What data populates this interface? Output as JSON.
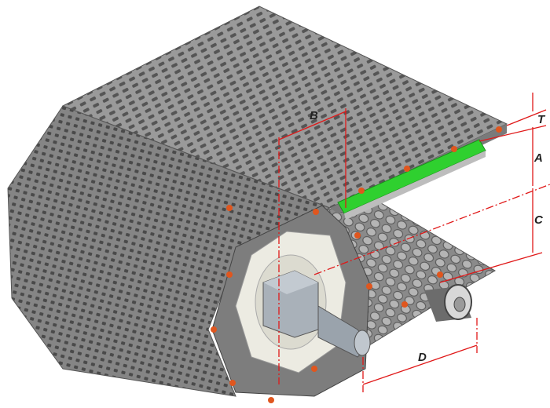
{
  "diagram": {
    "labels": {
      "b": "B",
      "t": "T",
      "a": "A",
      "c": "C",
      "d": "D"
    },
    "colors": {
      "belt": "#8e8e8e",
      "belt_dark": "#5f5f5f",
      "wear_strip": "#2fd02f",
      "pins": "#e0561e",
      "dimension_lines": "#e01818",
      "sprocket": "#ecebe2"
    }
  }
}
